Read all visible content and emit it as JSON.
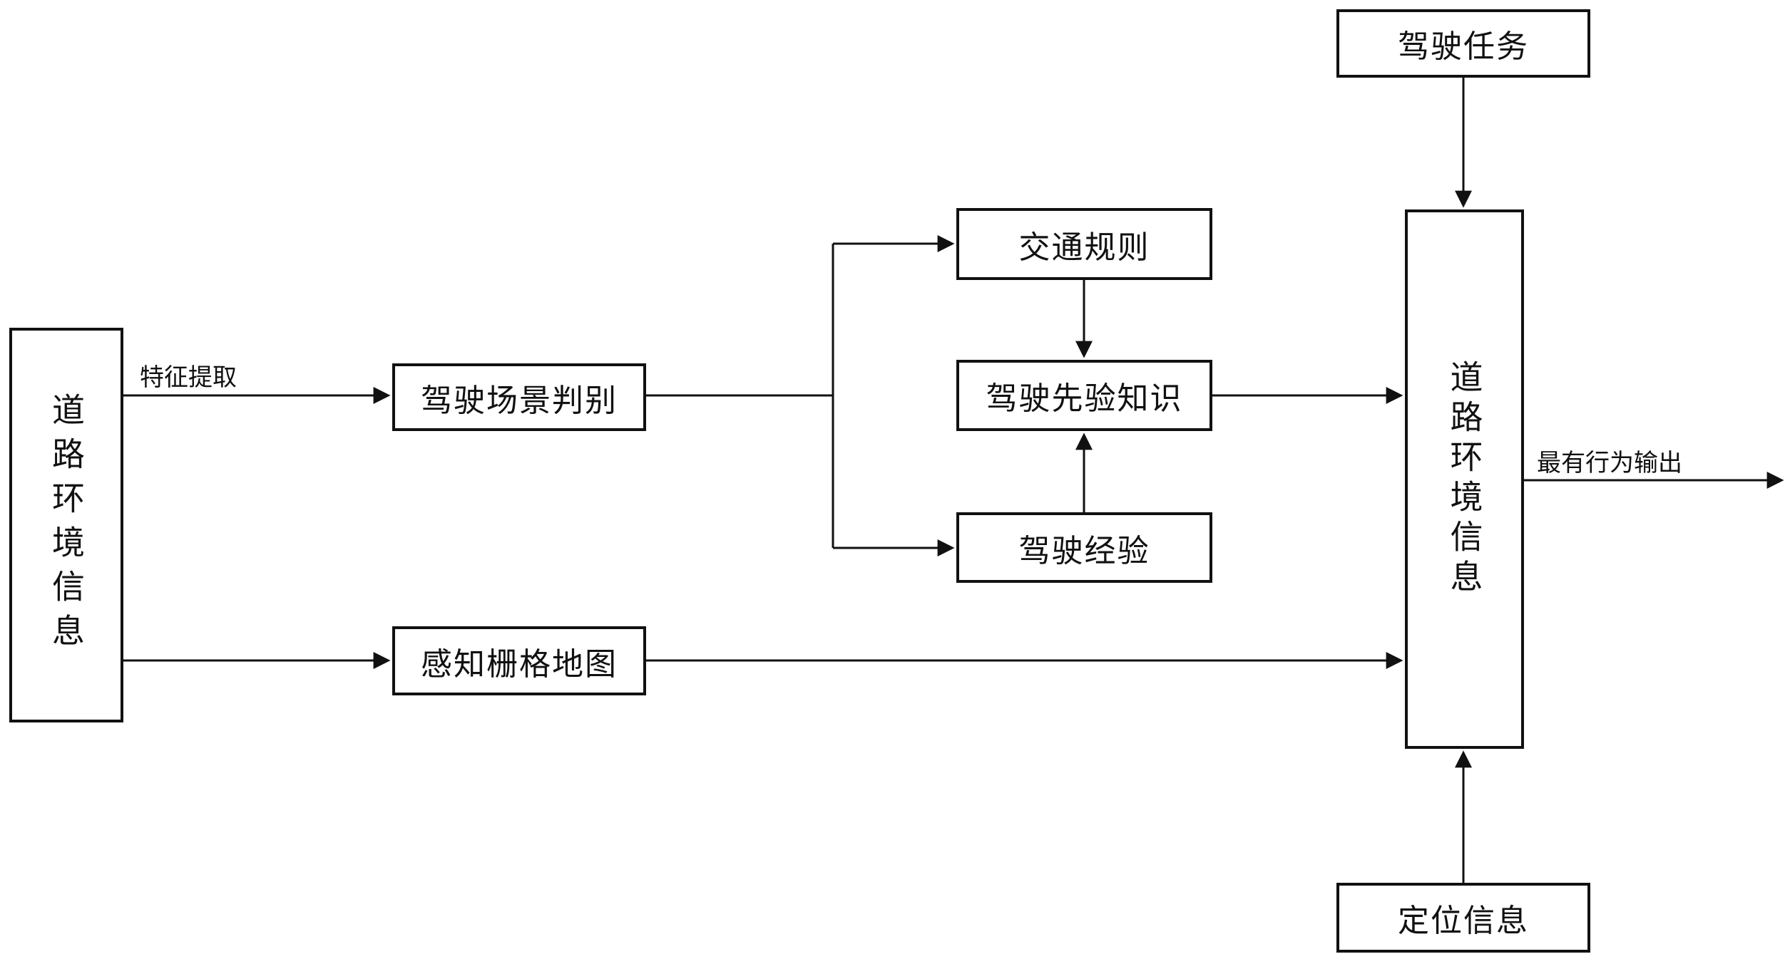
{
  "diagram": {
    "background": "#ffffff",
    "stroke_color": "#111111",
    "nodes": {
      "road_env_left": {
        "label": "道路环境信息"
      },
      "driving_scene": {
        "label": "驾驶场景判别"
      },
      "traffic_rules": {
        "label": "交通规则"
      },
      "prior_knowledge": {
        "label": "驾驶先验知识"
      },
      "driving_experience": {
        "label": "驾驶经验"
      },
      "perception_grid_map": {
        "label": "感知栅格地图"
      },
      "road_env_right": {
        "label": "道路环境信息"
      },
      "driving_task": {
        "label": "驾驶任务"
      },
      "positioning_info": {
        "label": "定位信息"
      }
    },
    "edge_labels": {
      "feature_extraction": "特征提取",
      "behavior_output": "最有行为输出"
    }
  }
}
